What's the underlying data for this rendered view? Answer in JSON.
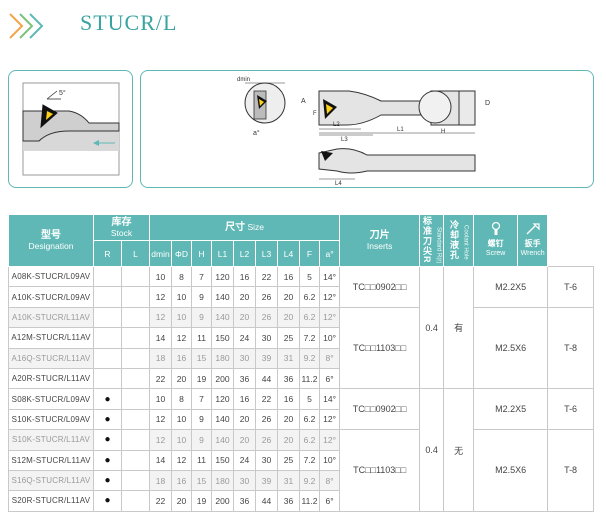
{
  "page": {
    "title": "STUCR/L"
  },
  "drawing": {
    "labels": {
      "dmin": "dmin",
      "angle_a": "a°",
      "angle_d": "5°",
      "A": "A",
      "F": "F",
      "D": "D",
      "H": "H",
      "L2": "L2",
      "L3": "L3",
      "L1": "L1",
      "L4": "L4"
    }
  },
  "table": {
    "header": {
      "model_cn": "型号",
      "model_en": "Designation",
      "stock_cn": "库存",
      "stock_en": "Stock",
      "size_cn": "尺寸",
      "size_en": "Size",
      "insert_cn": "刀片",
      "insert_en": "Inserts",
      "nose_cn": "标准刀尖R",
      "nose_en": "Standard R(r)",
      "coolant_cn": "冷却液孔",
      "coolant_en": "Coolant Hole",
      "screw_cn": "螺钉",
      "screw_en": "Screw",
      "wrench_cn": "扳手",
      "wrench_en": "Wrench",
      "cols": [
        "R",
        "L",
        "dmin",
        "ΦD",
        "H",
        "L1",
        "L2",
        "L3",
        "L4",
        "F",
        "a°"
      ]
    },
    "rows": [
      {
        "name": "A08K-STUCR/L09AV",
        "r": "",
        "l": "",
        "v": [
          "10",
          "8",
          "7",
          "120",
          "16",
          "22",
          "16",
          "5",
          "14°"
        ]
      },
      {
        "name": "A10K-STUCR/L09AV",
        "r": "",
        "l": "",
        "v": [
          "12",
          "10",
          "9",
          "140",
          "20",
          "26",
          "20",
          "6.2",
          "12°"
        ]
      },
      {
        "name": "A10K-STUCR/L11AV",
        "r": "",
        "l": "",
        "v": [
          "12",
          "10",
          "9",
          "140",
          "20",
          "26",
          "20",
          "6.2",
          "12°"
        ]
      },
      {
        "name": "A12M-STUCR/L11AV",
        "r": "",
        "l": "",
        "v": [
          "14",
          "12",
          "11",
          "150",
          "24",
          "30",
          "25",
          "7.2",
          "10°"
        ]
      },
      {
        "name": "A16Q-STUCR/L11AV",
        "r": "",
        "l": "",
        "v": [
          "18",
          "16",
          "15",
          "180",
          "30",
          "39",
          "31",
          "9.2",
          "8°"
        ]
      },
      {
        "name": "A20R-STUCR/L11AV",
        "r": "",
        "l": "",
        "v": [
          "22",
          "20",
          "19",
          "200",
          "36",
          "44",
          "36",
          "11.2",
          "6°"
        ]
      },
      {
        "name": "S08K-STUCR/L09AV",
        "r": "●",
        "l": "",
        "v": [
          "10",
          "8",
          "7",
          "120",
          "16",
          "22",
          "16",
          "5",
          "14°"
        ]
      },
      {
        "name": "S10K-STUCR/L09AV",
        "r": "●",
        "l": "",
        "v": [
          "12",
          "10",
          "9",
          "140",
          "20",
          "26",
          "20",
          "6.2",
          "12°"
        ]
      },
      {
        "name": "S10K-STUCR/L11AV",
        "r": "●",
        "l": "",
        "v": [
          "12",
          "10",
          "9",
          "140",
          "20",
          "26",
          "20",
          "6.2",
          "12°"
        ]
      },
      {
        "name": "S12M-STUCR/L11AV",
        "r": "●",
        "l": "",
        "v": [
          "14",
          "12",
          "11",
          "150",
          "24",
          "30",
          "25",
          "7.2",
          "10°"
        ]
      },
      {
        "name": "S16Q-STUCR/L11AV",
        "r": "●",
        "l": "",
        "v": [
          "18",
          "16",
          "15",
          "180",
          "30",
          "39",
          "31",
          "9.2",
          "8°"
        ]
      },
      {
        "name": "S20R-STUCR/L11AV",
        "r": "●",
        "l": "",
        "v": [
          "22",
          "20",
          "19",
          "200",
          "36",
          "44",
          "36",
          "11.2",
          "6°"
        ]
      }
    ],
    "groups": {
      "insert_09": "TC□□0902□□",
      "insert_11": "TC□□1103□□",
      "nose_r": "0.4",
      "coolant_a": "有",
      "coolant_s": "无",
      "screw_09": "M2.2X5",
      "screw_11": "M2.5X6",
      "wrench_09": "T-6",
      "wrench_11": "T-8"
    }
  }
}
